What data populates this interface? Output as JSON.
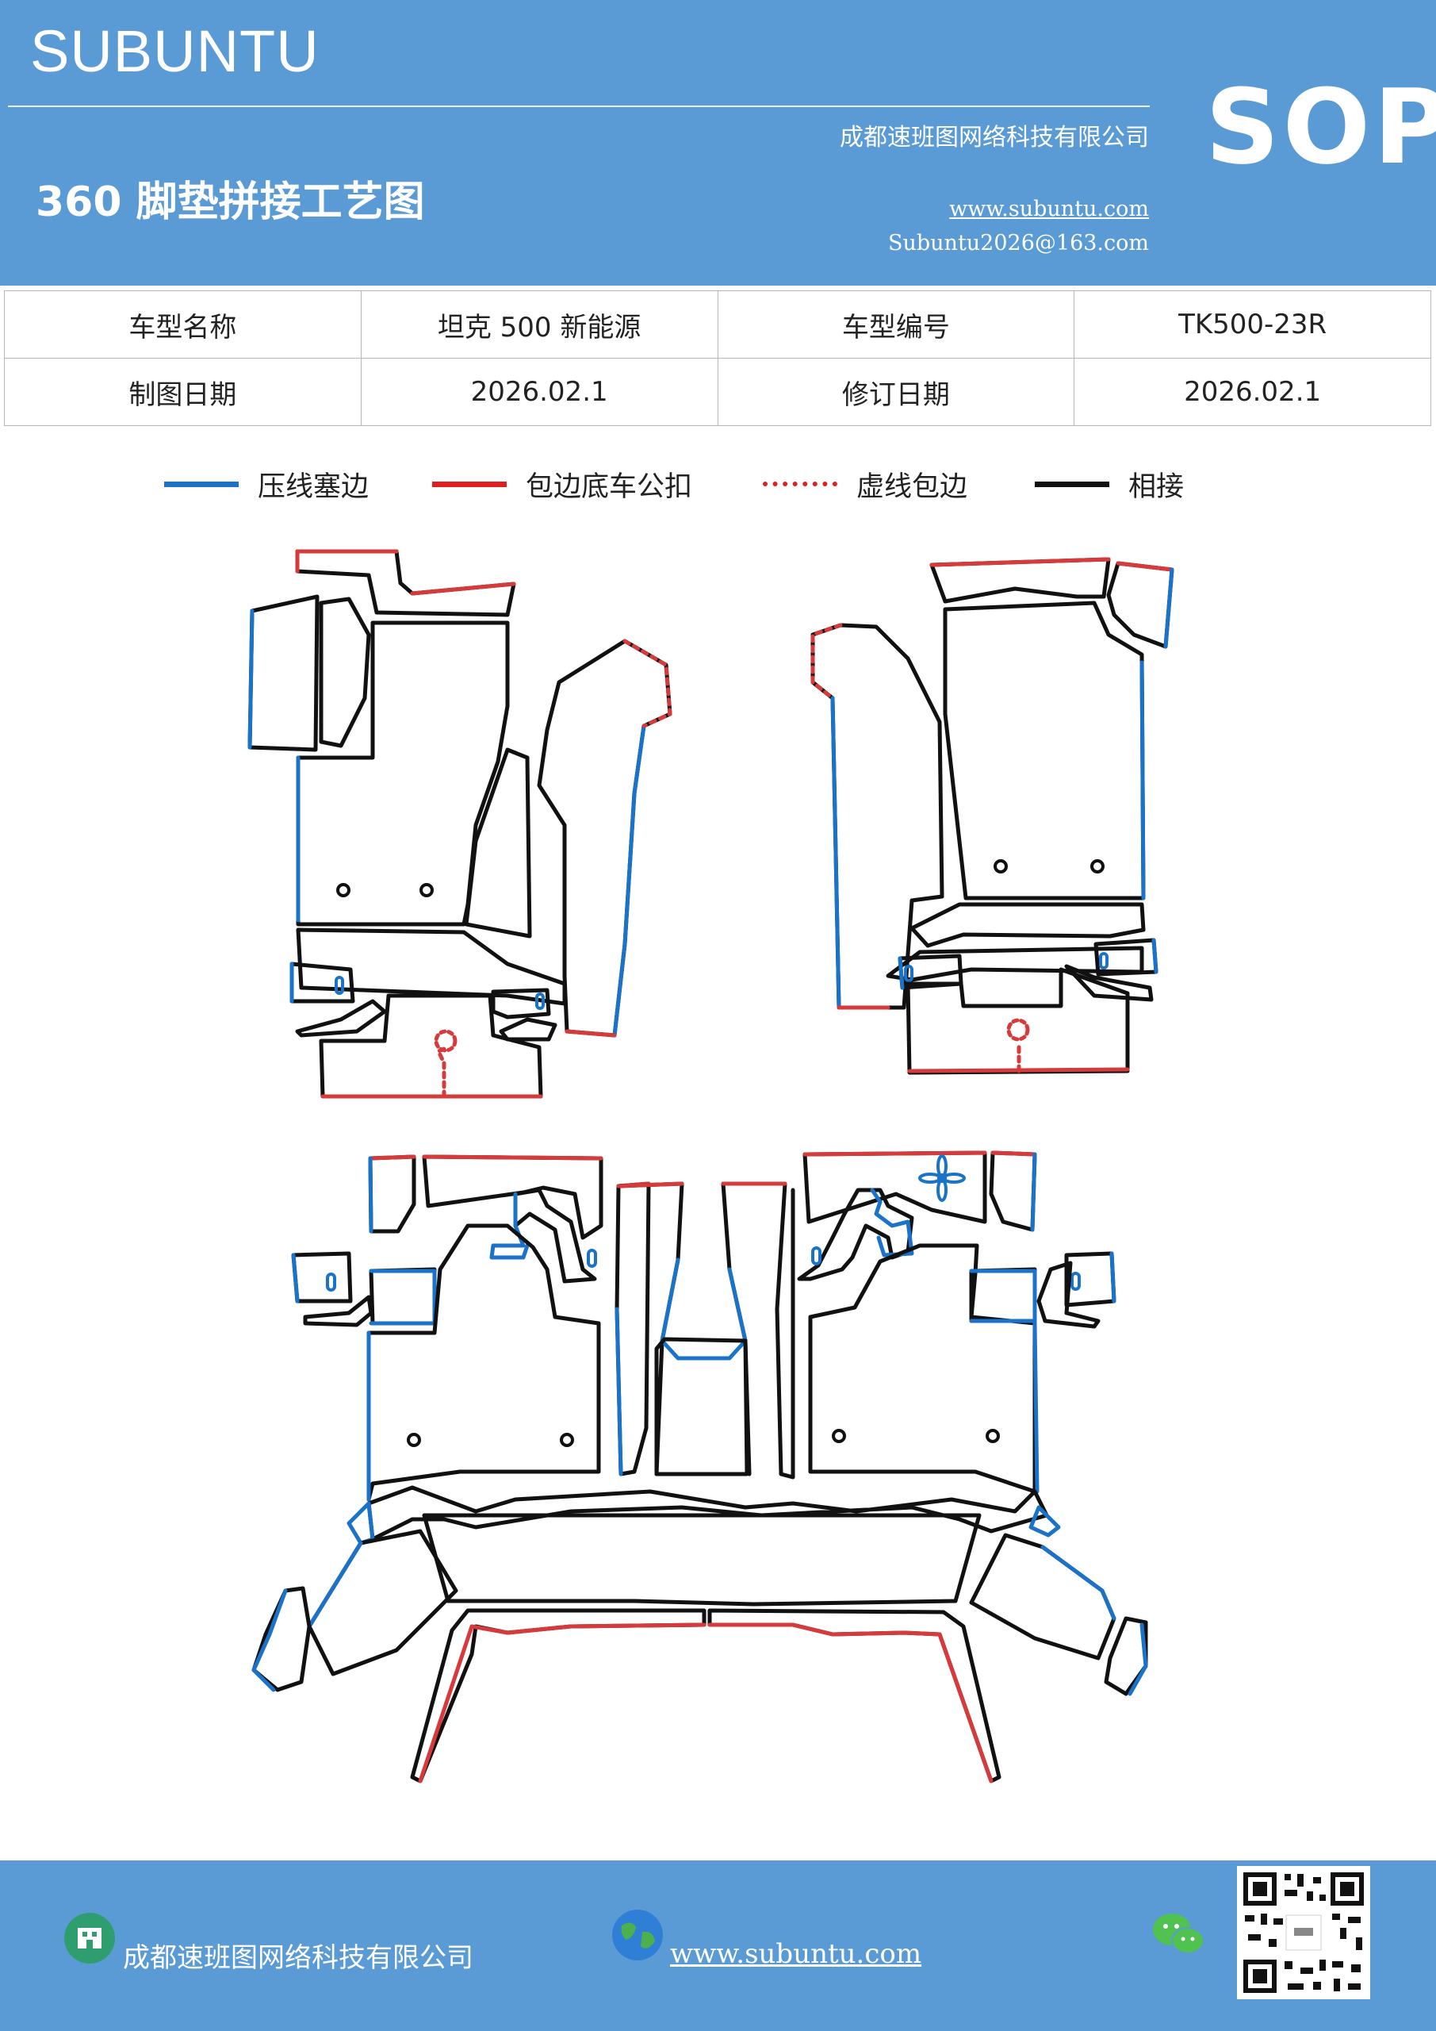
{
  "header": {
    "brand": "SUBUNTU",
    "company": "成都速班图网络科技有限公司",
    "title": "360 脚垫拼接工艺图",
    "website": "www.subuntu.com",
    "email": "Subuntu2026@163.com",
    "sop": "SOP"
  },
  "info_table": [
    [
      "车型名称",
      "坦克 500 新能源",
      "车型编号",
      "TK500-23R"
    ],
    [
      "制图日期",
      "2026.02.1",
      "修订日期",
      "2026.02.1"
    ]
  ],
  "legend": [
    {
      "label": "压线塞边",
      "color": "#1a73c8",
      "style": "solid"
    },
    {
      "label": "包边底车公扣",
      "color": "#e02020",
      "style": "solid"
    },
    {
      "label": "虚线包边",
      "color": "#e02020",
      "style": "dotted"
    },
    {
      "label": "相接",
      "color": "#111111",
      "style": "solid"
    }
  ],
  "colors": {
    "blue_band": "#5b9bd5",
    "press_line": "#1a73c8",
    "edge_line": "#d63a3a",
    "joint_line": "#111111"
  },
  "footer": {
    "company": "成都速班图网络科技有限公司",
    "website": "www.subuntu.com",
    "icons": [
      "building-icon",
      "globe-icon",
      "wechat-icon",
      "qr-code"
    ]
  }
}
